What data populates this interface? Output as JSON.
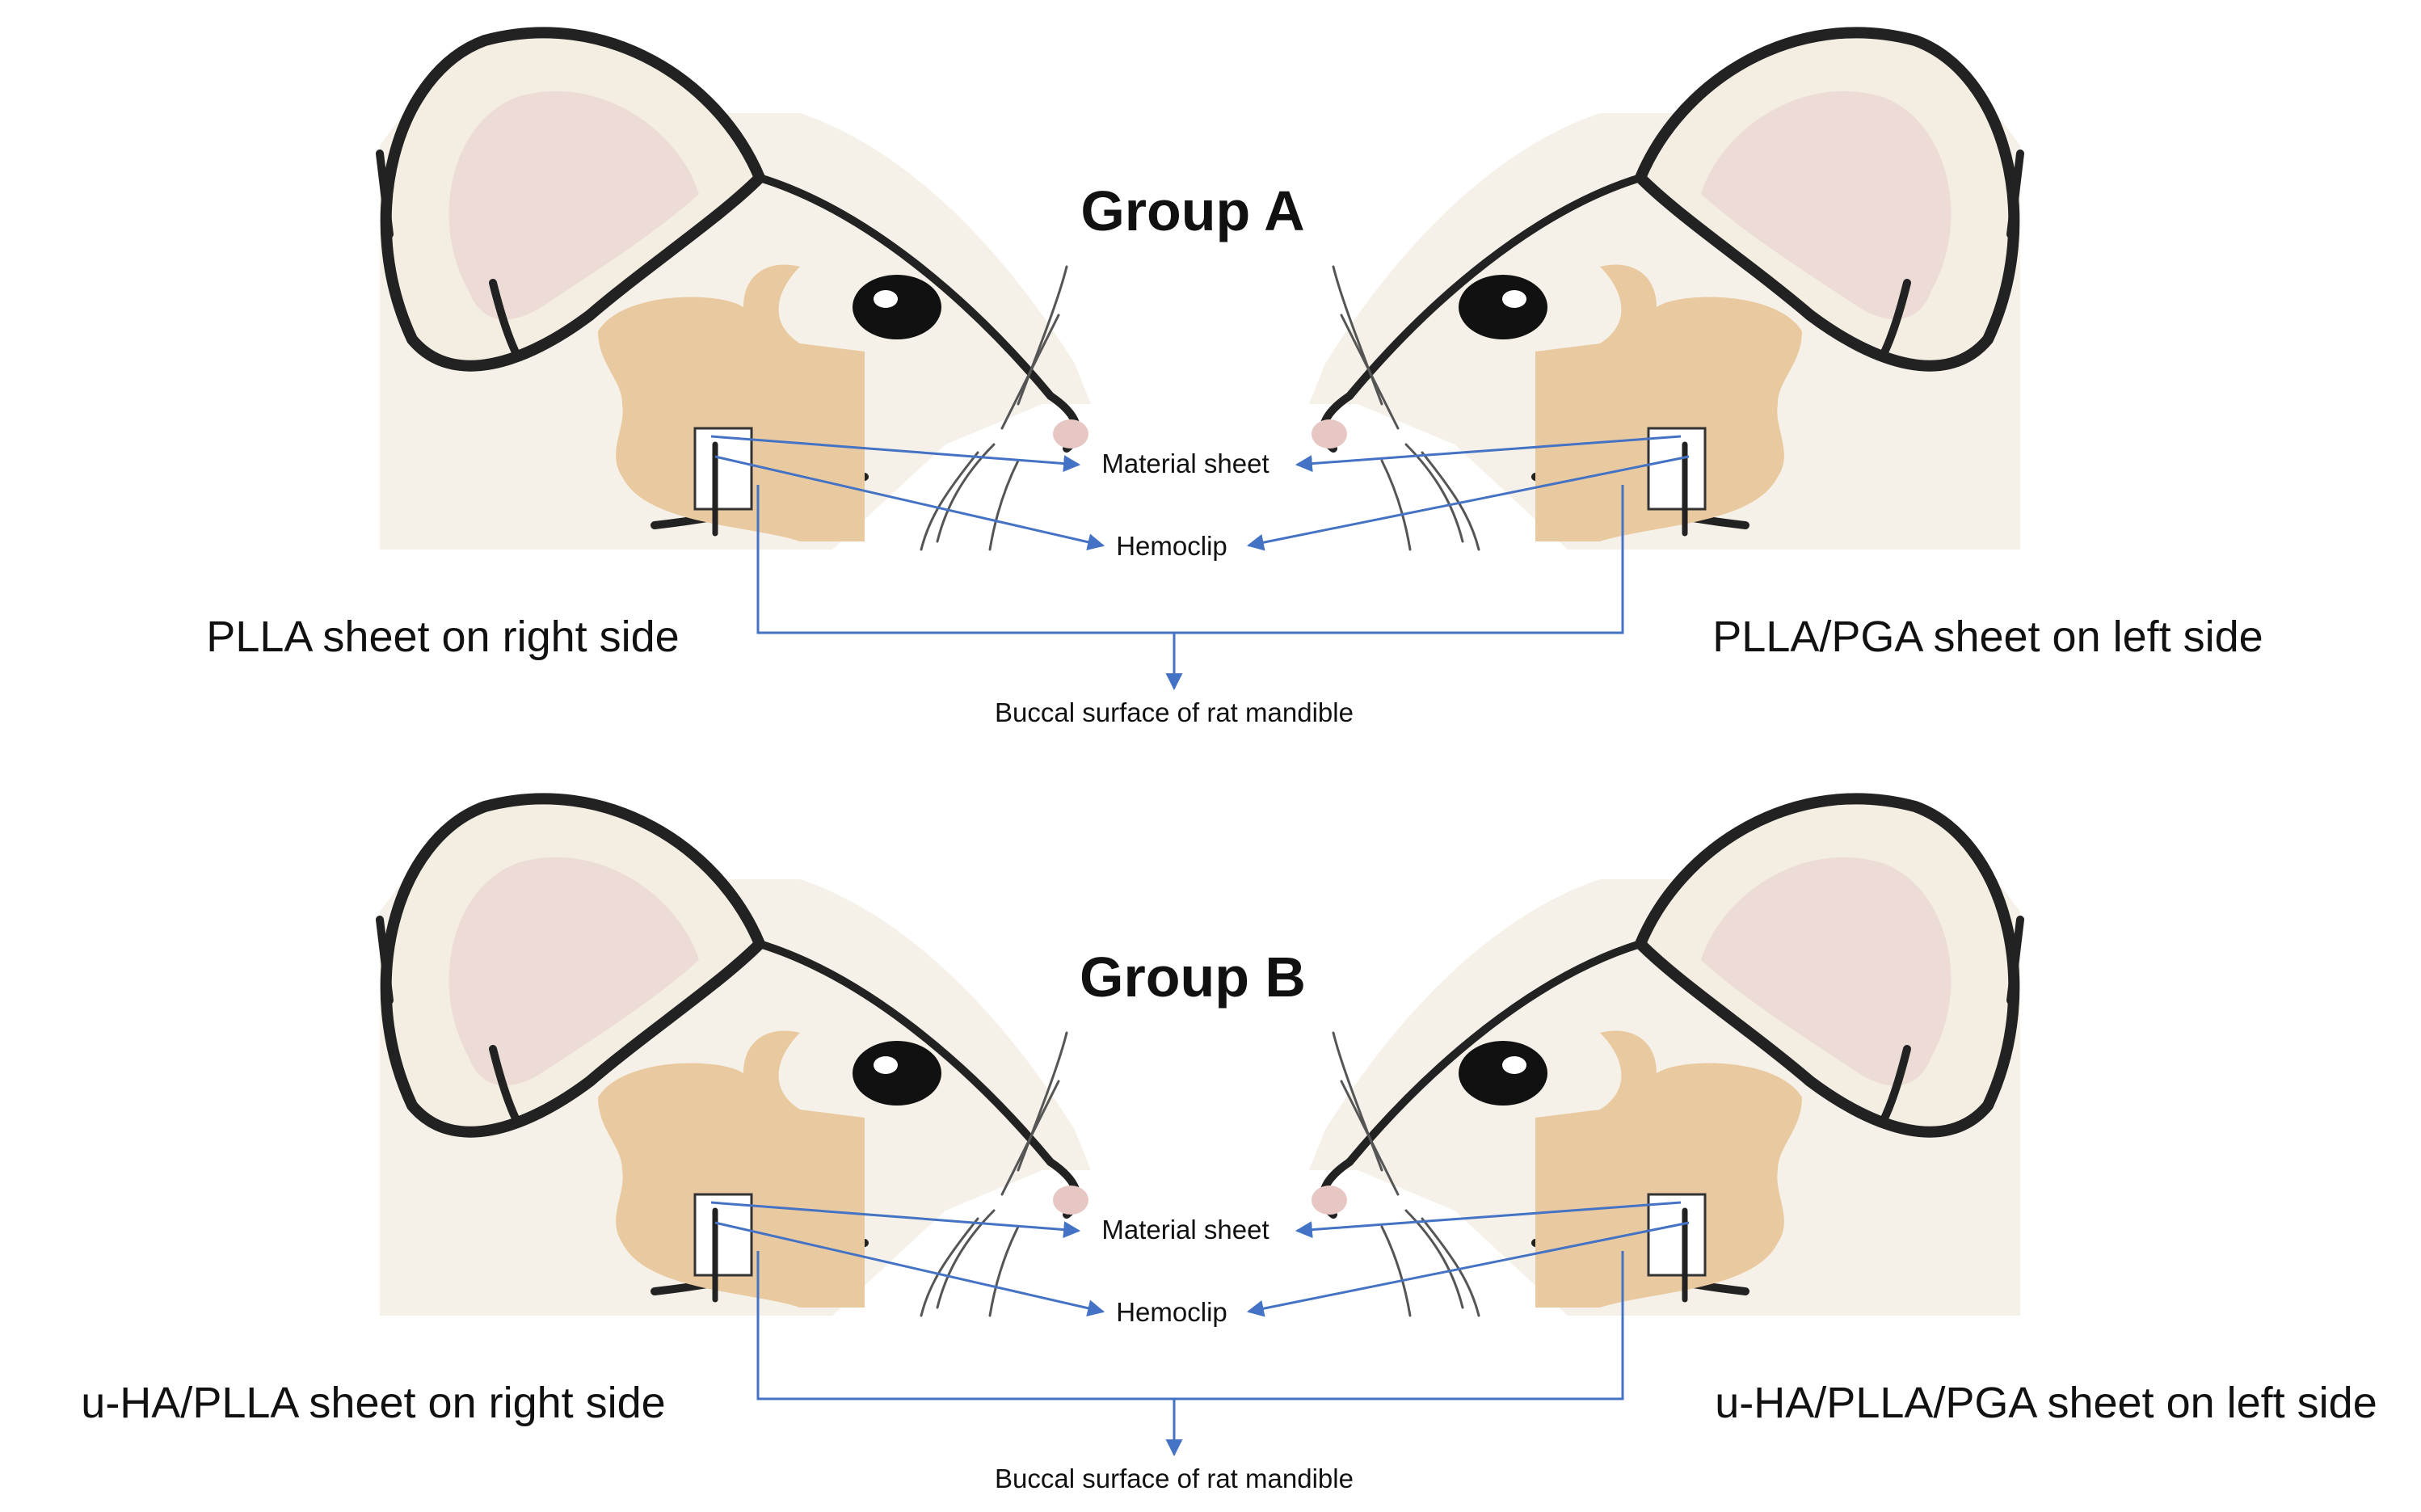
{
  "groups": [
    {
      "title": "Group A",
      "left_label": "PLLA sheet on right side",
      "right_label": "PLLA/PGA sheet on left side",
      "material_label": "Material sheet",
      "clip_label": "Hemoclip",
      "bottom_label": "Buccal surface of rat mandible"
    },
    {
      "title": "Group B",
      "left_label": "u-HA/PLLA sheet on right side",
      "right_label": "u-HA/PLLA/PGA sheet on left side",
      "material_label": "Material sheet",
      "clip_label": "Hemoclip",
      "bottom_label": "Buccal surface of rat mandible"
    }
  ],
  "colors": {
    "arrow": "#4472c4",
    "mandible": "#e9caa0",
    "fur": "#f6f1e8",
    "ear_inner": "#eddcd6"
  }
}
